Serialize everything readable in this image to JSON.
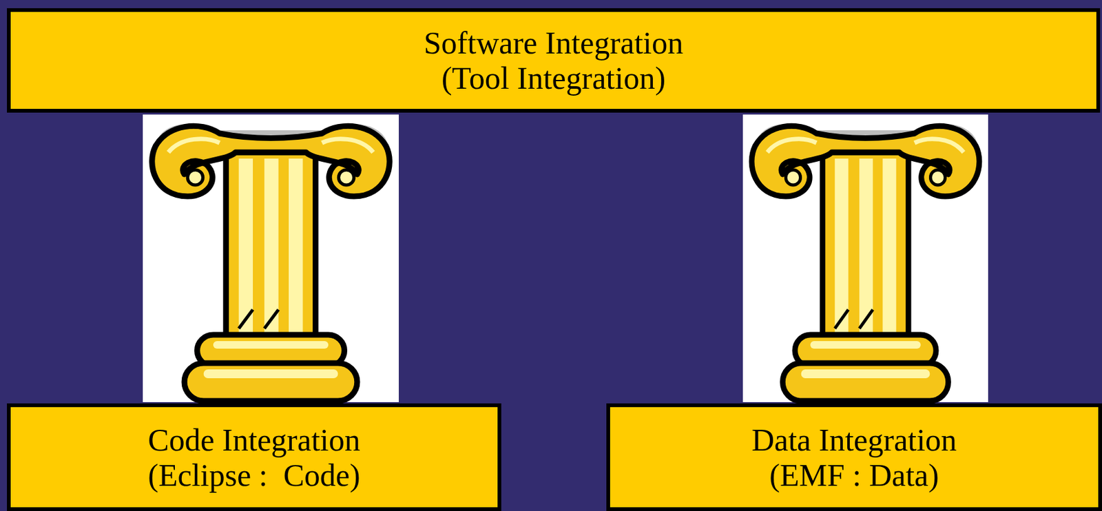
{
  "diagram": {
    "nodes": [
      {
        "text": [
          "Software Integration",
          "(Tool Integration)"
        ]
      },
      {
        "text": [
          "Code Integration",
          "(Eclipse :  Code)"
        ]
      },
      {
        "text": [
          "Data Integration",
          "(EMF : Data)"
        ]
      }
    ]
  }
}
